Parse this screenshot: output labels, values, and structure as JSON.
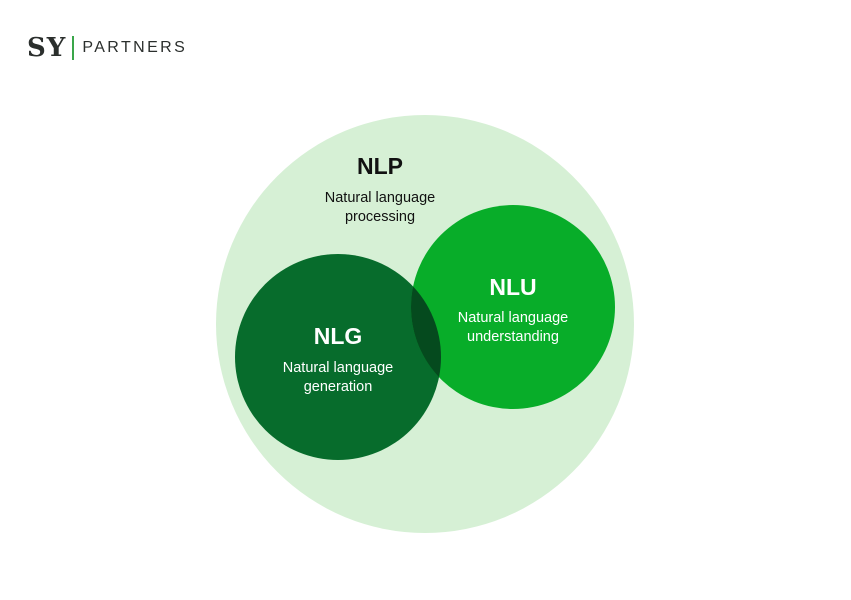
{
  "logo": {
    "mark": "SY",
    "text": "PARTNERS",
    "divider_color": "#3aa64a"
  },
  "diagram": {
    "nlp": {
      "title": "NLP",
      "subtitle_line1": "Natural language",
      "subtitle_line2": "processing",
      "fill": "#d6f0d5",
      "text_color": "#111111"
    },
    "nlg": {
      "title": "NLG",
      "subtitle_line1": "Natural language",
      "subtitle_line2": "generation",
      "fill": "#076c2c",
      "text_color": "#ffffff"
    },
    "nlu": {
      "title": "NLU",
      "subtitle_line1": "Natural language",
      "subtitle_line2": "understanding",
      "fill": "#08ad29",
      "text_color": "#ffffff"
    },
    "overlap_fill": "#054a1e"
  }
}
